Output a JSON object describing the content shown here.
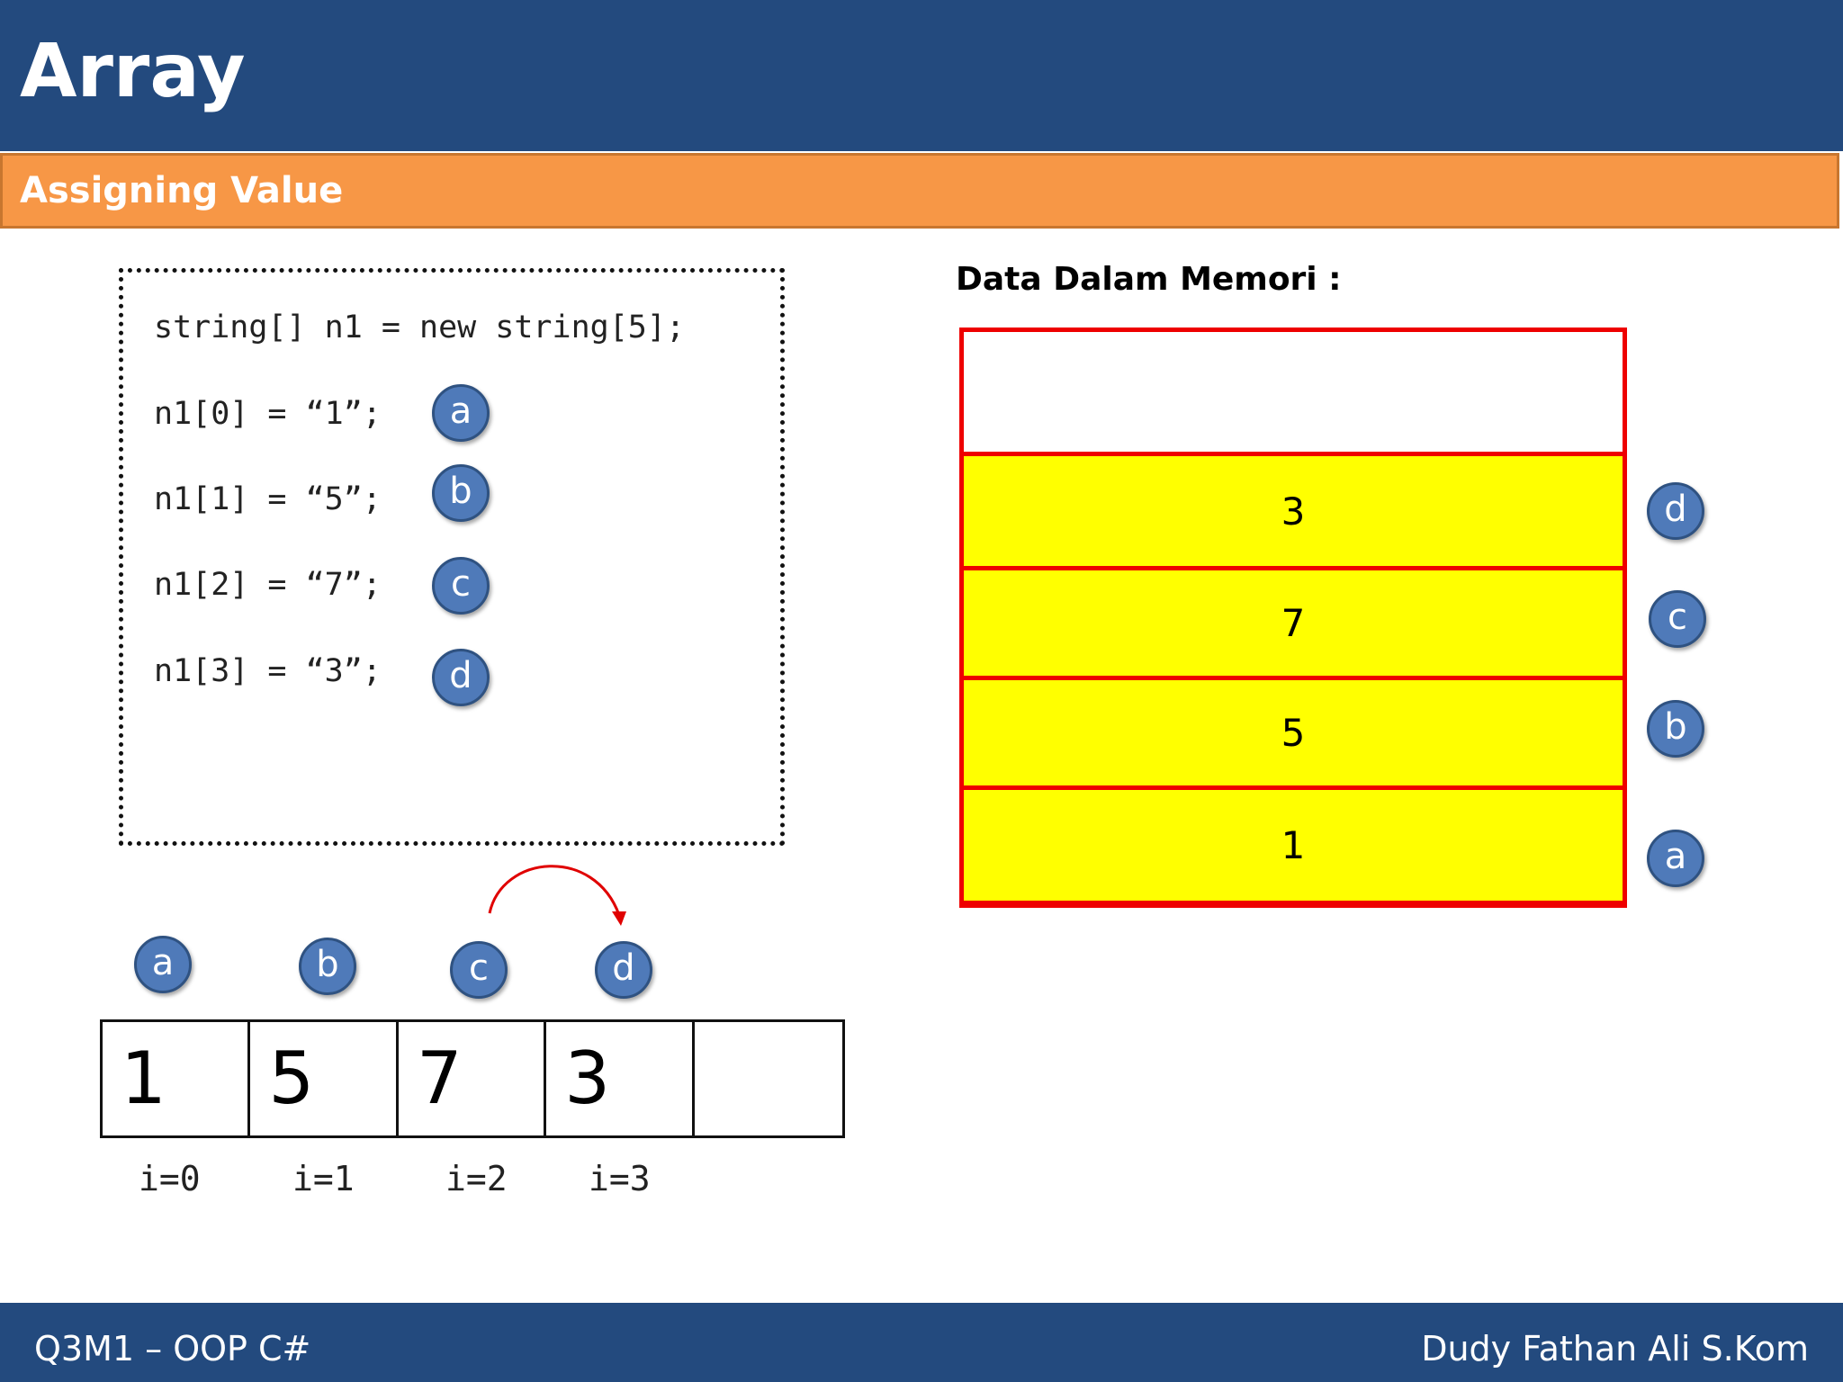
{
  "slide": {
    "title": "Array",
    "subtitle": "Assigning Value"
  },
  "code": {
    "declaration": "string[] n1 = new string[5];",
    "lines": [
      {
        "text": "n1[0] = “1”;",
        "badge": "a"
      },
      {
        "text": "n1[1] = “5”;",
        "badge": "b"
      },
      {
        "text": "n1[2] = “7”;",
        "badge": "c"
      },
      {
        "text": "n1[3] = “3”;",
        "badge": "d"
      }
    ]
  },
  "memory": {
    "title": "Data Dalam Memori :",
    "cells": [
      {
        "value": "",
        "badge": ""
      },
      {
        "value": "3",
        "badge": "d"
      },
      {
        "value": "7",
        "badge": "c"
      },
      {
        "value": "5",
        "badge": "b"
      },
      {
        "value": "1",
        "badge": "a"
      }
    ],
    "filled_color": "#ffff00",
    "border_color": "#ee0000"
  },
  "array": {
    "badges": [
      "a",
      "b",
      "c",
      "d"
    ],
    "cells": [
      "1",
      "5",
      "7",
      "3",
      ""
    ],
    "indices": [
      "i=0",
      "i=1",
      "i=2",
      "i=3"
    ]
  },
  "footer": {
    "left": "Q3M1 – OOP C#",
    "right": "Dudy Fathan Ali S.Kom"
  },
  "colors": {
    "header": "#234a7e",
    "subbar": "#f79746",
    "badge": "#4f7ab9",
    "arrow": "#e00000"
  }
}
